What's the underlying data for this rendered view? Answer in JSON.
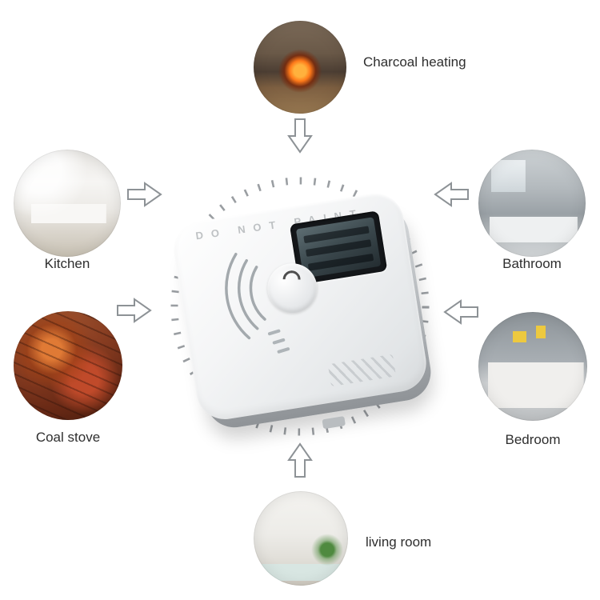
{
  "page": {
    "background": "#ffffff"
  },
  "device": {
    "name": "carbon monoxide alarm with LCD display",
    "embossed_text": "DO NOT PAINT"
  },
  "locations": [
    {
      "id": "charcoal-heating",
      "label": "Charcoal heating",
      "photo": "fireplace-room",
      "arrow": "down"
    },
    {
      "id": "kitchen",
      "label": "Kitchen",
      "photo": "modern-kitchen",
      "arrow": "right"
    },
    {
      "id": "coal-stove",
      "label": "Coal stove",
      "photo": "barbecue-grill",
      "arrow": "right"
    },
    {
      "id": "bathroom",
      "label": "Bathroom",
      "photo": "tiled-bathroom",
      "arrow": "left"
    },
    {
      "id": "bedroom",
      "label": "Bedroom",
      "photo": "bedroom-bed",
      "arrow": "left"
    },
    {
      "id": "living-room",
      "label": "living room",
      "photo": "living-room",
      "arrow": "up"
    }
  ],
  "colors": {
    "arrow_outline": "#8d9296",
    "arrow_fill": "#ffffff",
    "tick_ring": "#9a9ea2",
    "label_text": "#2e2e2e"
  }
}
